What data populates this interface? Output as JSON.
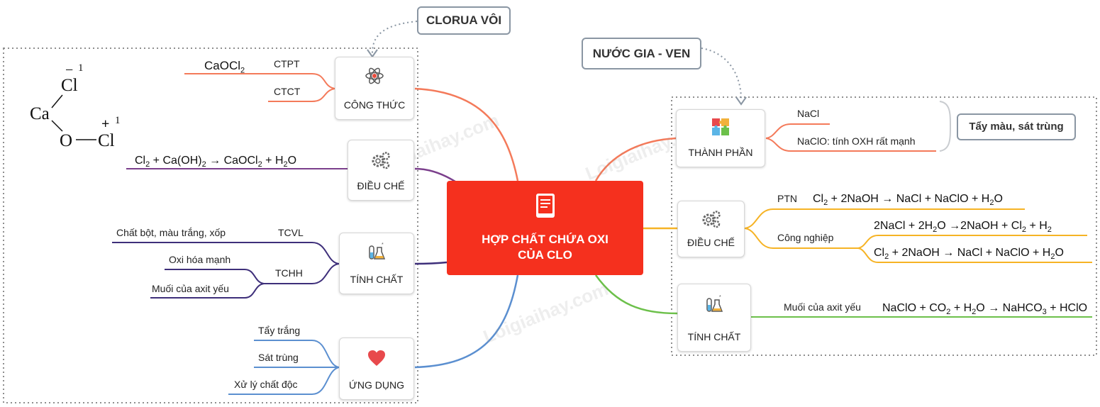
{
  "center": {
    "line1": "HỢP CHẤT CHỨA OXI",
    "line2": "CỦA CLO"
  },
  "callouts": {
    "left": "CLORUA VÔI",
    "right": "NƯỚC GIA - VEN",
    "note": "Tẩy màu, sát trùng"
  },
  "left": {
    "cong_thuc": {
      "label": "CÔNG THỨC",
      "ctpt": "CTPT",
      "ctct": "CTCT",
      "formula": "CaOCl",
      "formula_sub": "2"
    },
    "structure": {
      "cl_top": "Cl",
      "ca": "Ca",
      "o": "O",
      "cl_bottom": "Cl",
      "charge_top": "−",
      "num_top": "1",
      "charge_bottom": "+",
      "num_bottom": "1"
    },
    "dieu_che": {
      "label": "ĐIỀU CHẾ",
      "equation": [
        "Cl",
        "2",
        " + Ca(OH)",
        "2",
        " → CaOCl",
        "2",
        " + H",
        "2",
        "O"
      ]
    },
    "tinh_chat": {
      "label": "TÍNH CHẤT",
      "tcvl": "TCVL",
      "tchh": "TCHH",
      "item1": "Chất bột, màu trắng, xốp",
      "item2": "Oxi hóa mạnh",
      "item3": "Muối của axit yếu"
    },
    "ung_dung": {
      "label": "ỨNG DỤNG",
      "item1": "Tẩy trắng",
      "item2": "Sát trùng",
      "item3": "Xử lý chất độc"
    }
  },
  "right": {
    "thanh_phan": {
      "label": "THÀNH PHẦN",
      "item1": "NaCl",
      "item2": "NaClO: tính OXH rất mạnh"
    },
    "dieu_che": {
      "label": "ĐIỀU CHẾ",
      "ptn": "PTN",
      "cong_nghiep": "Công nghiệp",
      "eq1": [
        "Cl",
        "2",
        "  +  2NaOH → NaCl  +  NaClO  +  H",
        "2",
        "O"
      ],
      "eq2": [
        "2NaCl + 2H",
        "2",
        "O →2NaOH   +   Cl",
        "2",
        "  +  H",
        "2",
        ""
      ],
      "eq3": [
        "Cl",
        "2",
        "  +  2NaOH → NaCl  +  NaClO  +  H",
        "2",
        "O"
      ]
    },
    "tinh_chat": {
      "label": "TÍNH CHẤT",
      "item1": "Muối của axit yếu",
      "eq": [
        "NaClO + CO",
        "2",
        " + H",
        "2",
        "O → NaHCO",
        "3",
        " + HClO"
      ]
    }
  },
  "watermark": "Loigiaihay.com",
  "colors": {
    "center": "#f5301e",
    "branch_red": "#f47a5a",
    "branch_purple": "#7b3f8c",
    "branch_blue": "#5b8fd0",
    "branch_orange": "#f6b325",
    "branch_green": "#6cc04a"
  }
}
